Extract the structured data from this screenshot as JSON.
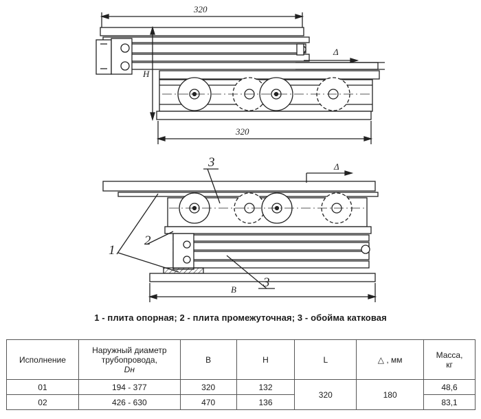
{
  "drawing": {
    "top_dim_width": "320",
    "top_dim_length": "320",
    "top_height": "H",
    "top_delta": "Δ",
    "bottom_delta": "Δ",
    "bottom_dim_width": "B",
    "callout_1": "1",
    "callout_2": "2",
    "callout_3_top": "3",
    "callout_3_bottom": "3"
  },
  "legend": {
    "text": "1 - плита опорная; 2 - плита промежуточная; 3 - обойма катковая"
  },
  "table": {
    "headers": {
      "variant": "Исполнение",
      "diameter_line1": "Наружный диаметр",
      "diameter_line2": "трубопровода,",
      "diameter_line3": "Dн",
      "b": "В",
      "h": "Н",
      "l": "L",
      "delta": "△ , мм",
      "mass_line1": "Масса,",
      "mass_line2": "кг"
    },
    "rows": [
      {
        "variant": "01",
        "diameter": "194 - 377",
        "b": "320",
        "h": "132",
        "mass": "48,6"
      },
      {
        "variant": "02",
        "diameter": "426 - 630",
        "b": "470",
        "h": "136",
        "mass": "83,1"
      }
    ],
    "shared": {
      "l": "320",
      "delta": "180"
    }
  }
}
